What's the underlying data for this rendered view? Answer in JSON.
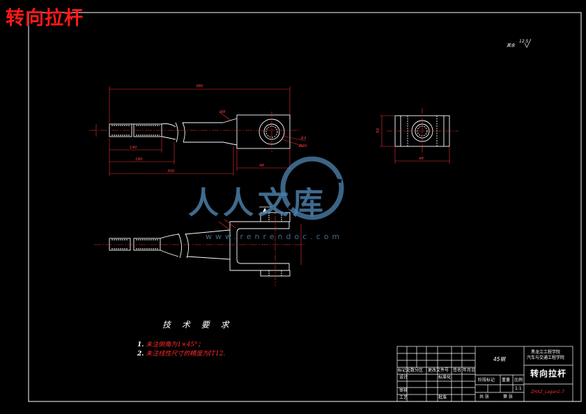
{
  "header": {
    "title": "转向拉杆"
  },
  "roughness_note": {
    "label": "其余",
    "value": "12.5"
  },
  "dimensions": {
    "overall_length": "380",
    "shank_length": "300",
    "thread_len_short": "140",
    "thread_len_long": "180",
    "end_width": "48",
    "side_width": "48",
    "side_height": "50",
    "head_radius": "R8",
    "chamfer": "R3",
    "hole_dia": "Ø20"
  },
  "tech_requirements": {
    "heading": "技 术 要 求",
    "items": [
      {
        "num": "1.",
        "text": "未注倒角为1×45°；"
      },
      {
        "num": "2.",
        "text": "未注线性尺寸的精度为IT12."
      }
    ]
  },
  "title_block": {
    "material": "45钢",
    "school_line1": "黑龙江工程学院",
    "school_line2": "汽车与交通工程学院",
    "part_name": "转向拉杆",
    "drawing_no": "ZHXZ_Lagan1-7",
    "stage_label": "阶段标记",
    "weight_label": "重量",
    "scale_label": "比例",
    "scale": "1:1",
    "mark_label": "标记处数分区",
    "change_label": "更改文件号",
    "sign_label": "签名",
    "date_label": "年月日",
    "design_label": "设计",
    "standard_label": "标准化",
    "review_label": "审核",
    "process_label": "工艺",
    "approve_label": "批准",
    "sheets_total": "共 张",
    "sheet_num": "第 张"
  },
  "watermark": {
    "text": "人人文库",
    "url": "www.renrendoc.com"
  }
}
